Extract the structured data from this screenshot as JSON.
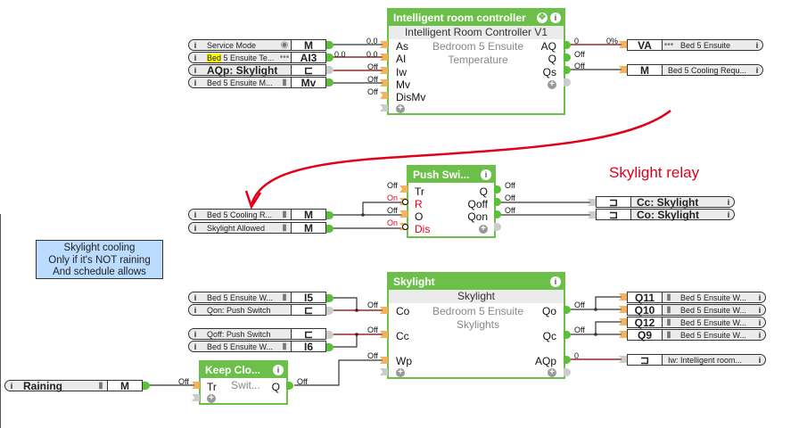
{
  "annotation": {
    "text": "Skylight relay",
    "color": "#e0001a"
  },
  "note": {
    "lines": [
      "Skylight cooling",
      "Only if it's NOT raining",
      "And schedule allows"
    ]
  },
  "colors": {
    "block_green": "#6cc04a",
    "input_port": "#f6b25a",
    "analog_wire": "#7a0000",
    "digital_wire": "#333333",
    "note_bg": "#bcdcff"
  },
  "blocks": {
    "irc": {
      "title": "Intelligent room controller",
      "subtitle": "Intelligent Room Controller V1",
      "description": [
        "Bedroom 5 Ensuite",
        "Temperature"
      ],
      "inputs": [
        "As",
        "AI",
        "Iw",
        "Mv",
        "DisMv"
      ],
      "outputs": [
        "AQ",
        "Q",
        "Qs"
      ],
      "icons": [
        "move-icon",
        "info-icon"
      ]
    },
    "push": {
      "title": "Push Swi...",
      "inputs": [
        "Tr",
        "R",
        "O",
        "Dis"
      ],
      "outputs": [
        "Q",
        "Qoff",
        "Qon"
      ]
    },
    "sky": {
      "title": "Skylight",
      "subtitle": "Skylight",
      "description": [
        "Bedroom 5 Ensuite",
        "Skylights"
      ],
      "inputs": [
        "Co",
        "Cc",
        "Wp"
      ],
      "outputs": [
        "Qo",
        "Qc",
        "AQp"
      ]
    },
    "keep": {
      "title": "Keep Clo...",
      "description": "Swit...",
      "inputs": [
        "Tr"
      ],
      "outputs": [
        "Q"
      ]
    }
  },
  "io": {
    "service_mode": {
      "label": "Service Mode",
      "code": "M",
      "icon": "◉"
    },
    "bed5_temp": {
      "label_hl": "Bed",
      "label": " 5 Ensuite Te...",
      "code": "AI3",
      "icon": "•••"
    },
    "aqp_skylight": {
      "label": "AQp: Skylight",
      "code": "⊏"
    },
    "bed5_m": {
      "label": "Bed 5 Ensuite M...",
      "code": "Mv",
      "icon": "▮"
    },
    "va_out": {
      "label": "Bed 5 Ensuite",
      "code": "VA",
      "icon": "•••"
    },
    "cooling_req_out": {
      "label": "Bed 5 Cooling Requ...",
      "code": "M"
    },
    "cooling_r_in": {
      "label": "Bed 5 Cooling R...",
      "code": "M",
      "icon": "▮"
    },
    "skylight_allowed": {
      "label": "Skylight Allowed",
      "code": "M",
      "icon": "▮"
    },
    "cc_skylight": {
      "label": "Cc: Skylight",
      "code": "⊐"
    },
    "co_skylight": {
      "label": "Co: Skylight",
      "code": "⊐"
    },
    "bed5_w1": {
      "label": "Bed 5 Ensuite W...",
      "code": "I5",
      "icon": "▮"
    },
    "qon_push": {
      "label": "Qon: Push Switch",
      "code": "⊏"
    },
    "qoff_push": {
      "label": "Qoff: Push Switch",
      "code": "⊏"
    },
    "bed5_w2": {
      "label": "Bed 5 Ensuite W...",
      "code": "I6",
      "icon": "▮"
    },
    "raining": {
      "label": "Raining",
      "code": "M",
      "icon": "▮"
    },
    "q11": {
      "label": "Bed 5 Ensuite W...",
      "code": "Q11",
      "icon": "▮"
    },
    "q10": {
      "label": "Bed 5 Ensuite W...",
      "code": "Q10",
      "icon": "▮"
    },
    "q12": {
      "label": "Bed 5 Ensuite W...",
      "code": "Q12",
      "icon": "▮"
    },
    "q9": {
      "label": "Bed 5 Ensuite W...",
      "code": "Q9",
      "icon": "▮"
    },
    "iw_irc": {
      "label": "Iw: Intelligent room...",
      "code": "⊐"
    }
  },
  "values": {
    "irc_as": "0.0",
    "irc_ai_src": "0.0",
    "irc_ai": "0.0",
    "irc_iw": "Off",
    "irc_mv": "Off",
    "irc_dismv": "Off",
    "irc_aq": "0",
    "irc_aq_dst": "0%",
    "irc_q": "Off",
    "irc_qs": "Off",
    "push_tr": "Off",
    "push_r": "On",
    "push_o": "Off",
    "push_dis": "On",
    "push_q": "Off",
    "push_qoff": "Off",
    "push_qon": "Off",
    "sky_co": "Off",
    "sky_cc": "Off",
    "sky_wp": "Off",
    "sky_qo": "Off",
    "sky_qc": "Off",
    "sky_aqp": "0",
    "keep_tr": "Off",
    "keep_q": "Off"
  },
  "info_glyph": "i",
  "plus_glyph": "+"
}
